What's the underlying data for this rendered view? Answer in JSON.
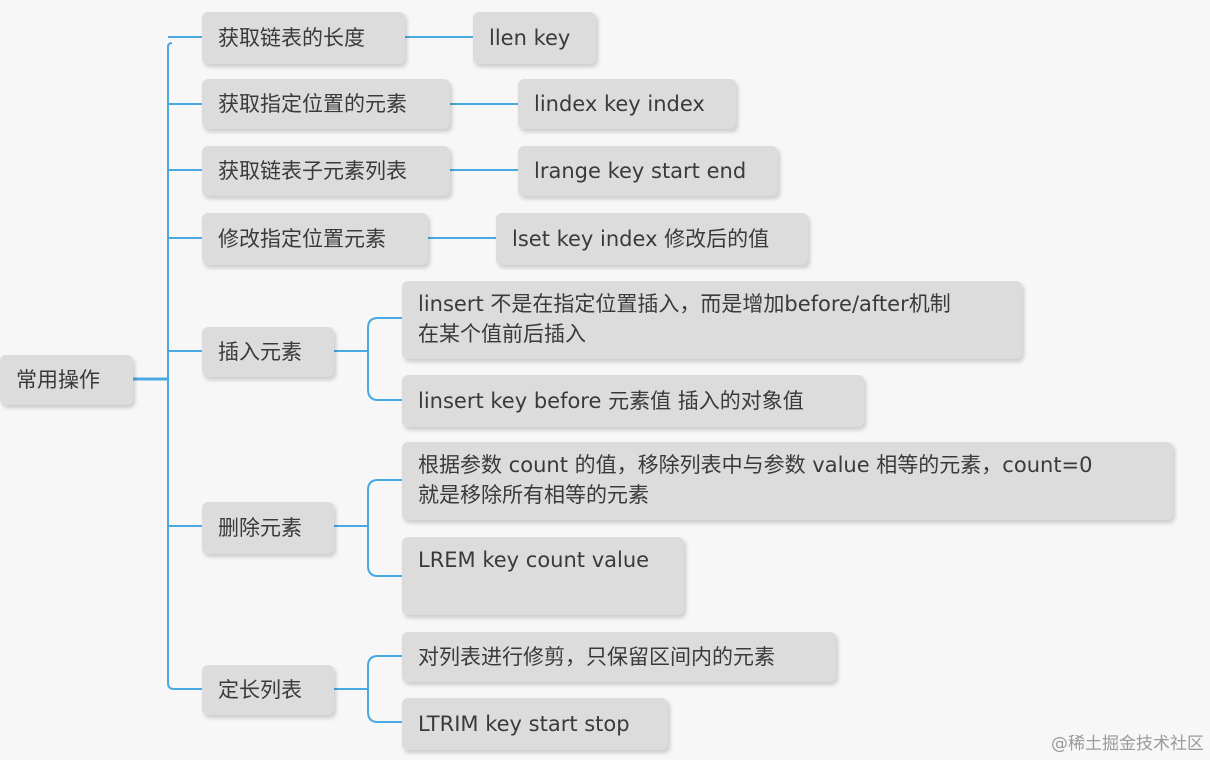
{
  "root": {
    "label": "常用操作"
  },
  "branches": [
    {
      "label": "获取链表的长度",
      "leaves": [
        {
          "lines": [
            "llen key"
          ]
        }
      ]
    },
    {
      "label": "获取指定位置的元素",
      "leaves": [
        {
          "lines": [
            "lindex key index"
          ]
        }
      ]
    },
    {
      "label": "获取链表子元素列表",
      "leaves": [
        {
          "lines": [
            "lrange key start end"
          ]
        }
      ]
    },
    {
      "label": "修改指定位置元素",
      "leaves": [
        {
          "lines": [
            "lset key index 修改后的值"
          ]
        }
      ]
    },
    {
      "label": "插入元素",
      "leaves": [
        {
          "lines": [
            "linsert 不是在指定位置插入，而是增加before/after机制",
            "在某个值前后插入"
          ]
        },
        {
          "lines": [
            "linsert key before 元素值  插入的对象值"
          ]
        }
      ]
    },
    {
      "label": "删除元素",
      "leaves": [
        {
          "lines": [
            "根据参数 count 的值，移除列表中与参数 value 相等的元素，count=0",
            "就是移除所有相等的元素"
          ]
        },
        {
          "lines": [
            "LREM key count value"
          ]
        }
      ]
    },
    {
      "label": "定长列表",
      "leaves": [
        {
          "lines": [
            "对列表进行修剪，只保留区间内的元素"
          ]
        },
        {
          "lines": [
            "LTRIM key start stop"
          ]
        }
      ]
    }
  ],
  "watermark": "@稀土掘金技术社区",
  "colors": {
    "connector": "#4aa9e0",
    "node": "#dcdcdc",
    "background": "#f7f7f7"
  }
}
